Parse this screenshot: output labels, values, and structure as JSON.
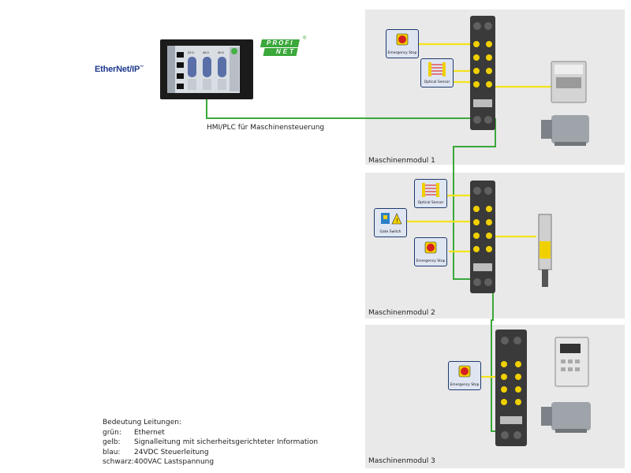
{
  "logos": {
    "ethernet_ip": "EtherNet/IP",
    "ethernet_ip_tm": "™",
    "profinet_top": "PROFI",
    "profinet_bottom": "NET",
    "profinet_reg": "®"
  },
  "hmi": {
    "label": "HMI/PLC für Maschinensteuerung",
    "readouts": [
      "22.0",
      "46.0",
      "40.0"
    ]
  },
  "modules": [
    {
      "label": "Maschinenmodul 1",
      "devices": [
        {
          "label": "Emergency Stop",
          "icon": "emergency-stop-icon"
        },
        {
          "label": "Optical Sensor",
          "icon": "optical-sensor-icon"
        }
      ],
      "loads": [
        "contactor-icon",
        "motor-icon"
      ]
    },
    {
      "label": "Maschinenmodul 2",
      "devices": [
        {
          "label": "Optical Sensor",
          "icon": "optical-sensor-icon"
        },
        {
          "label": "Gate Switch",
          "icon": "gate-switch-icon"
        },
        {
          "label": "Emergency Stop",
          "icon": "emergency-stop-icon"
        }
      ],
      "loads": [
        "valve-actuator-icon"
      ]
    },
    {
      "label": "Maschinenmodul 3",
      "devices": [
        {
          "label": "Emergency Stop",
          "icon": "emergency-stop-icon"
        }
      ],
      "loads": [
        "frequency-converter-icon",
        "motor-icon"
      ]
    }
  ],
  "legend": {
    "title": "Bedeutung Leitungen:",
    "rows": [
      {
        "key": "grün:",
        "value": "Ethernet"
      },
      {
        "key": "gelb:",
        "value": "Signalleitung mit sicherheitsgerichteter Information"
      },
      {
        "key": "blau:",
        "value": "24VDC Steuerleitung"
      },
      {
        "key": "schwarz:",
        "value": "400VAC Lastspannung"
      }
    ]
  },
  "colors": {
    "ethernet": "#3aa83a",
    "signal": "#f3e31b",
    "panel": "#e9e9e9",
    "device_bg": "#dfe6f2",
    "device_border": "#1f3a6e",
    "io_module": "#3a3a3a",
    "port_yellow": "#f0d000"
  }
}
